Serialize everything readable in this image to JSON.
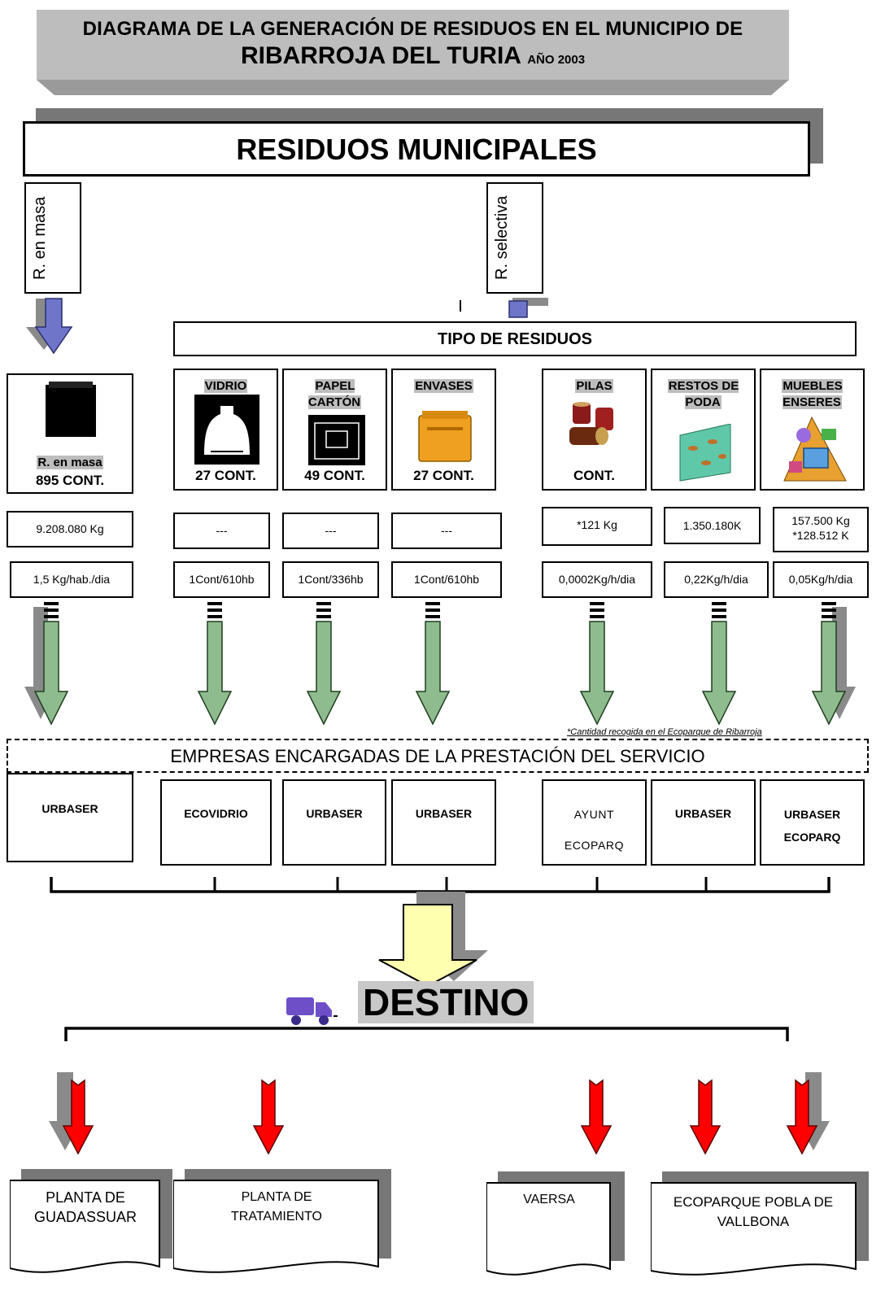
{
  "title": {
    "line1": "DIAGRAMA DE LA GENERACIÓN DE RESIDUOS EN EL MUNICIPIO DE",
    "line2": "RIBARROJA DEL TURIA",
    "year": "AÑO 2003"
  },
  "main_box": "RESIDUOS MUNICIPALES",
  "branches": {
    "masa": "R. en masa",
    "selectiva": "R. selectiva"
  },
  "tipo_residuos": "TIPO DE RESIDUOS",
  "categories": [
    {
      "label": "R. en masa",
      "count": "895 CONT.",
      "value1": "9.208.080 Kg",
      "value2": "1,5 Kg/hab./dia",
      "icon": "black-container-icon"
    },
    {
      "label": "VIDRIO",
      "count": "27 CONT.",
      "value1": "---",
      "value2": "1Cont/610hb",
      "icon": "glass-igloo-icon"
    },
    {
      "label": "PAPEL CARTÓN",
      "count": "49 CONT.",
      "value1": "---",
      "value2": "1Cont/336hb",
      "icon": "paper-container-icon"
    },
    {
      "label": "ENVASES",
      "count": "27 CONT.",
      "value1": "---",
      "value2": "1Cont/610hb",
      "icon": "yellow-container-icon"
    },
    {
      "label": "PILAS",
      "count": "CONT.",
      "value1": "*121 Kg",
      "value2": "0,0002Kg/h/dia",
      "icon": "batteries-icon"
    },
    {
      "label": "RESTOS DE PODA",
      "count": "",
      "value1": "1.350.180K",
      "value2": "0,22Kg/h/dia",
      "icon": "tree-stumps-icon"
    },
    {
      "label": "MUEBLES ENSERES",
      "count": "",
      "value1": "157.500 Kg",
      "value1b": "*128.512 K",
      "value2": "0,05Kg/h/dia",
      "icon": "furniture-pile-icon"
    }
  ],
  "note": "*Cantidad recogida en el Ecoparque de Ribarroja",
  "empresas_label": "EMPRESAS ENCARGADAS DE LA PRESTACIÓN DEL SERVICIO",
  "companies": [
    {
      "line1": "URBASER",
      "line2": ""
    },
    {
      "line1": "ECOVIDRIO",
      "line2": ""
    },
    {
      "line1": "URBASER",
      "line2": ""
    },
    {
      "line1": "URBASER",
      "line2": ""
    },
    {
      "line1": "AYUNT",
      "line2": "ECOPARQ"
    },
    {
      "line1": "URBASER",
      "line2": ""
    },
    {
      "line1": "URBASER",
      "line2": "ECOPARQ"
    }
  ],
  "destino": "DESTINO",
  "destinations": [
    {
      "label": "PLANTA DE GUADASSUAR"
    },
    {
      "label": "PLANTA DE TRATAMIENTO"
    },
    {
      "label": "VAERSA"
    },
    {
      "label": "ECOPARQUE POBLA DE VALLBONA"
    }
  ],
  "colors": {
    "green_arrow": "#8fbc8f",
    "red_arrow": "#ff0000",
    "blue_arrow": "#6f75c9",
    "yellow_arrow": "#ffffb0",
    "banner_gray": "#bdbdbd"
  }
}
